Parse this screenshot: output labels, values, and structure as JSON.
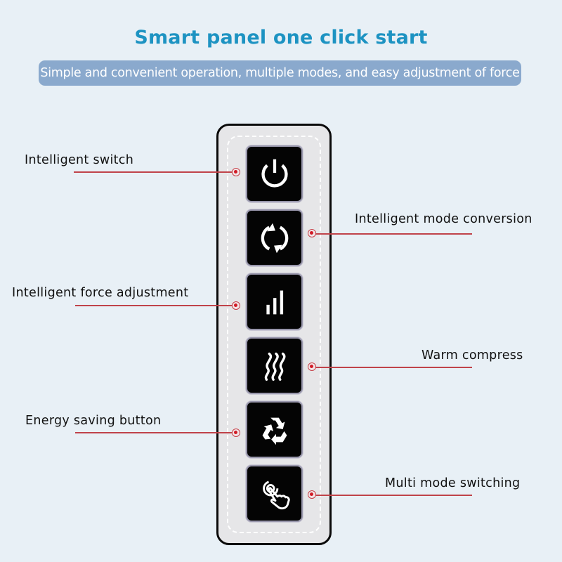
{
  "header": {
    "title": "Smart panel one click start",
    "subtitle": "Simple and convenient operation, multiple modes, and easy adjustment of force"
  },
  "colors": {
    "background": "#e8f0f6",
    "title": "#1d93c2",
    "subtitle_pill": "#8aa9cd",
    "callout_red": "#d11a25",
    "button_bg": "#040404"
  },
  "panel": {
    "buttons": [
      {
        "icon": "power-icon",
        "label": "Intelligent switch",
        "side": "left"
      },
      {
        "icon": "refresh-cycle-icon",
        "label": "Intelligent mode conversion",
        "side": "right"
      },
      {
        "icon": "signal-bars-icon",
        "label": "Intelligent force adjustment",
        "side": "left"
      },
      {
        "icon": "heat-waves-icon",
        "label": "Warm compress",
        "side": "right"
      },
      {
        "icon": "recycle-icon",
        "label": "Energy saving button",
        "side": "left"
      },
      {
        "icon": "touch-hand-icon",
        "label": "Multi mode switching",
        "side": "right"
      }
    ]
  }
}
